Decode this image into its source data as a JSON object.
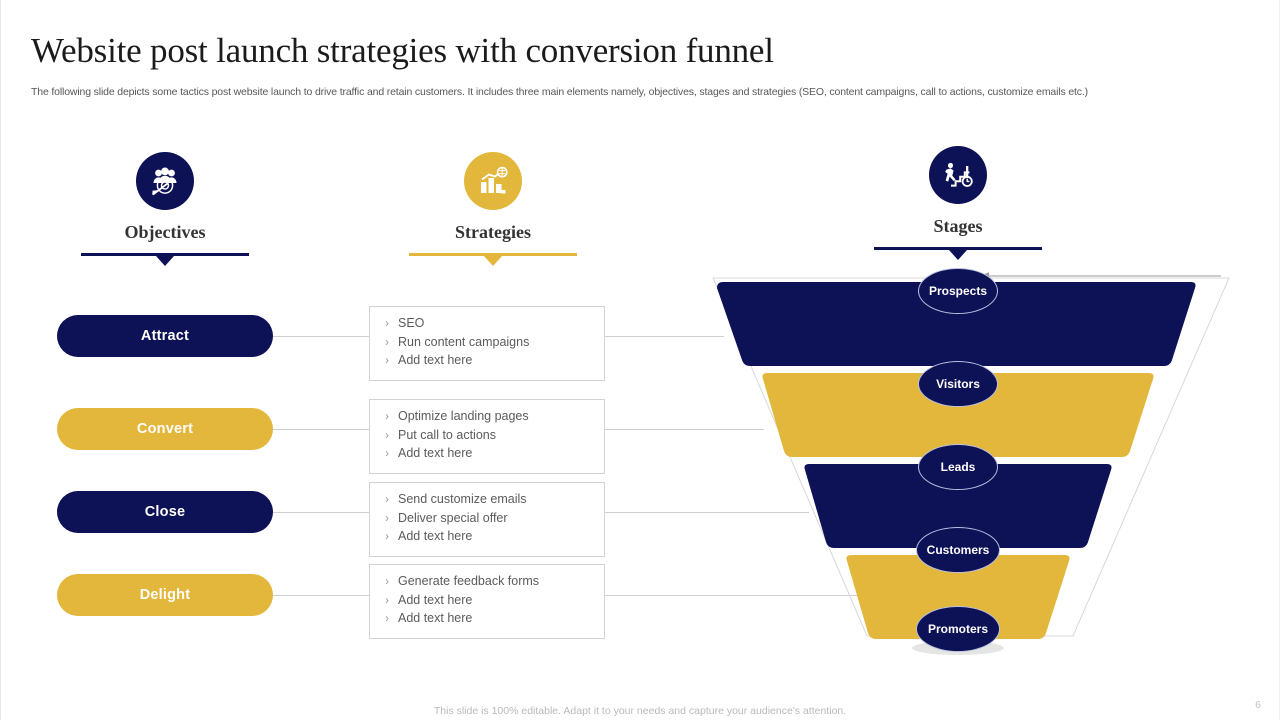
{
  "slide": {
    "title": "Website post launch strategies with conversion funnel",
    "subtitle": "The following slide depicts some tactics post website launch to drive traffic and retain customers. It includes three main elements namely, objectives, stages and strategies (SEO, content campaigns, call to actions, customize emails etc.)",
    "footer_note": "This slide is 100% editable. Adapt it to your needs and capture your audience's attention.",
    "page_number": "6"
  },
  "colors": {
    "navy": "#0d1155",
    "gold": "#e2b73c",
    "title_text": "#1b1b1b",
    "body_text": "#58585a",
    "box_border": "#d3d3d3",
    "connector": "#cfcfcf",
    "footer_text": "#b9b9b9"
  },
  "columns": [
    {
      "label": "Objectives",
      "icon": "target-audience-icon",
      "icon_style": "navy",
      "rule_style": "navy"
    },
    {
      "label": "Strategies",
      "icon": "growth-bar-chart-icon",
      "icon_style": "gold",
      "rule_style": "gold"
    },
    {
      "label": "Stages",
      "icon": "person-climbing-stairs-icon",
      "icon_style": "navy",
      "rule_style": "navy"
    }
  ],
  "objectives": [
    {
      "label": "Attract",
      "style": "navy"
    },
    {
      "label": "Convert",
      "style": "gold"
    },
    {
      "label": "Close",
      "style": "navy"
    },
    {
      "label": "Delight",
      "style": "gold"
    }
  ],
  "strategies": [
    {
      "bullets": [
        "SEO",
        "Run content campaigns",
        "Add text here"
      ]
    },
    {
      "bullets": [
        "Optimize landing pages",
        "Put call to actions",
        "Add text here"
      ]
    },
    {
      "bullets": [
        "Send customize emails",
        "Deliver special offer",
        "Add text here"
      ]
    },
    {
      "bullets": [
        "Generate feedback forms",
        "Add text here",
        "Add text here"
      ]
    }
  ],
  "bullet_marker": "›",
  "funnel": {
    "stages": [
      {
        "label": "Prospects",
        "band_style": "navy"
      },
      {
        "label": "Visitors",
        "band_style": "gold"
      },
      {
        "label": "Leads",
        "band_style": "navy"
      },
      {
        "label": "Customers",
        "band_style": "gold"
      },
      {
        "label": "Promoters",
        "band_style": "navy"
      }
    ],
    "arrow": "funnel-inflow-arrow"
  }
}
